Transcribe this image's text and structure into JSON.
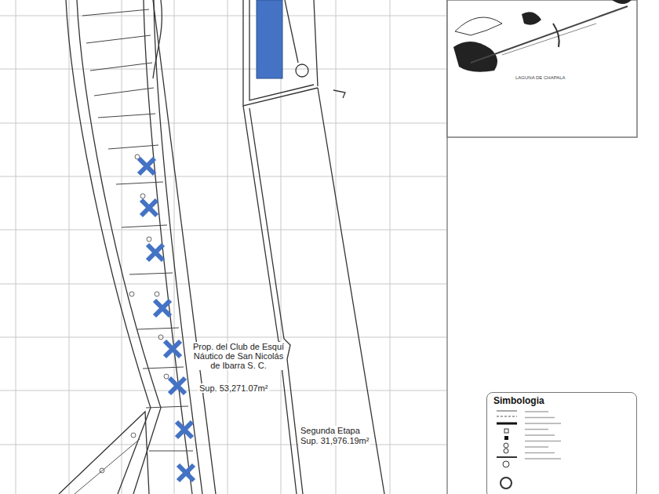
{
  "diagram": {
    "nodes": [
      {
        "text": [
          "Simbologia"
        ]
      }
    ],
    "labels": [
      "LAGUNA DE CHAPALA",
      "Prop. del Club de Esquí Náutico de San Nicolás de Ibarra S. C.",
      "Sup. 53,271.07m²",
      "Segunda Etapa",
      "Sup. 31,976.19m²"
    ]
  }
}
